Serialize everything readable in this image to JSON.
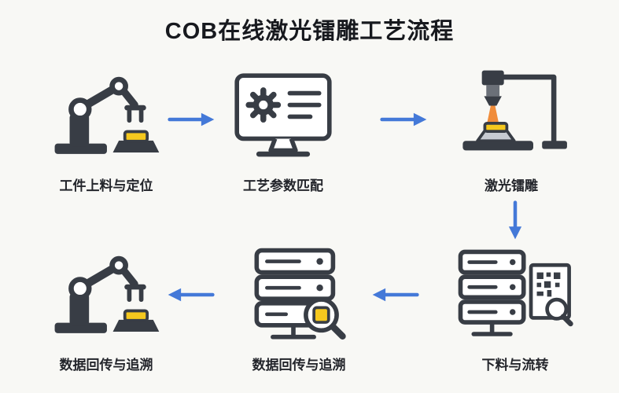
{
  "title": "COB在线激光镭雕工艺流程",
  "steps": [
    {
      "id": "step-1",
      "label": "工件上料与定位",
      "icon": "robot-arm"
    },
    {
      "id": "step-2",
      "label": "工艺参数匹配",
      "icon": "monitor-gear"
    },
    {
      "id": "step-3",
      "label": "激光镭雕",
      "icon": "laser-marker"
    },
    {
      "id": "step-4",
      "label": "下料与流转",
      "icon": "server-document"
    },
    {
      "id": "step-5",
      "label": "数据回传与追溯",
      "icon": "server-search"
    },
    {
      "id": "step-6",
      "label": "数据回传与追溯",
      "icon": "robot-arm"
    }
  ],
  "flow": [
    "step-1 → step-2",
    "step-2 → step-3",
    "step-3 ↓ step-4",
    "step-4 ← step-5",
    "step-5 ← step-6"
  ],
  "colors": {
    "background": "#f8f8f5",
    "icon_stroke": "#383d45",
    "accent_yellow": "#f5c81e",
    "beam_orange": "#f08c3a",
    "arrow_blue": "#4479d8",
    "title_text": "#17191e"
  }
}
